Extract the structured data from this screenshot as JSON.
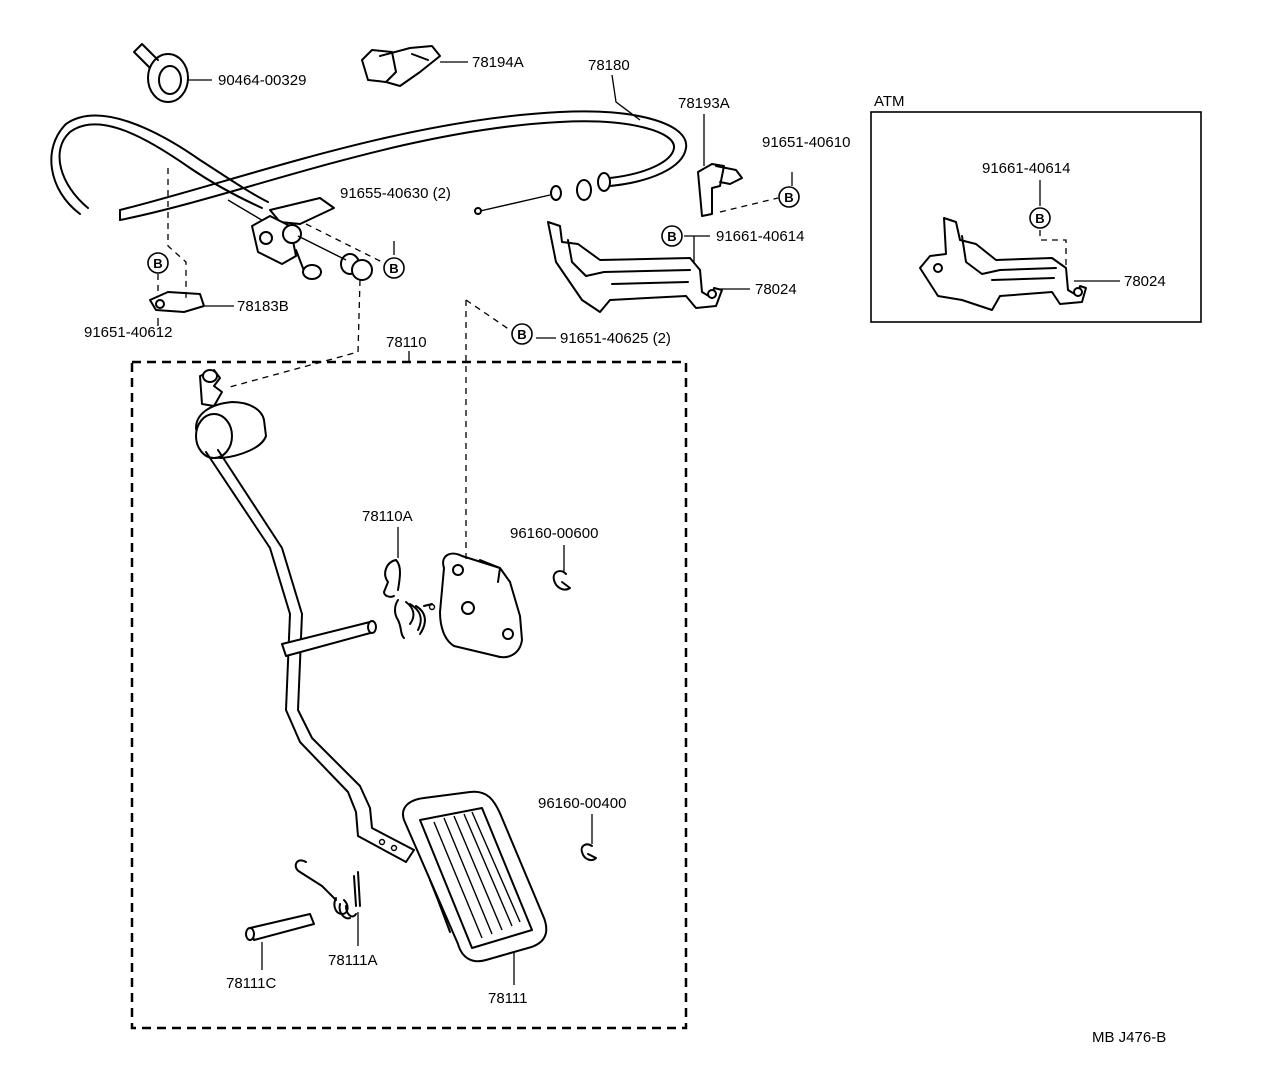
{
  "labels": {
    "clamp": "90464-00329",
    "clamp_bracket": "78194A",
    "cable": "78180",
    "cable_bracket_a": "78193A",
    "bolt_cable_bracket": "91651-40610",
    "bolt_pair_lower": "91655-40630 (2)",
    "bolt_left": "91651-40612",
    "clip_b": "78183B",
    "bolt_support": "91661-40614",
    "support_bracket": "78024",
    "bolt_pedal_pair": "91651-40625 (2)",
    "pedal_assy": "78110",
    "spring_a": "78110A",
    "ring_upper": "96160-00600",
    "ring_lower": "96160-00400",
    "pedal_pad": "78111",
    "spring_pad": "78111A",
    "pin": "78111C",
    "atm_title": "ATM",
    "atm_bolt": "91661-40614",
    "atm_bracket": "78024",
    "ref_code": "MB J476-B"
  },
  "bolt_marker": "B"
}
